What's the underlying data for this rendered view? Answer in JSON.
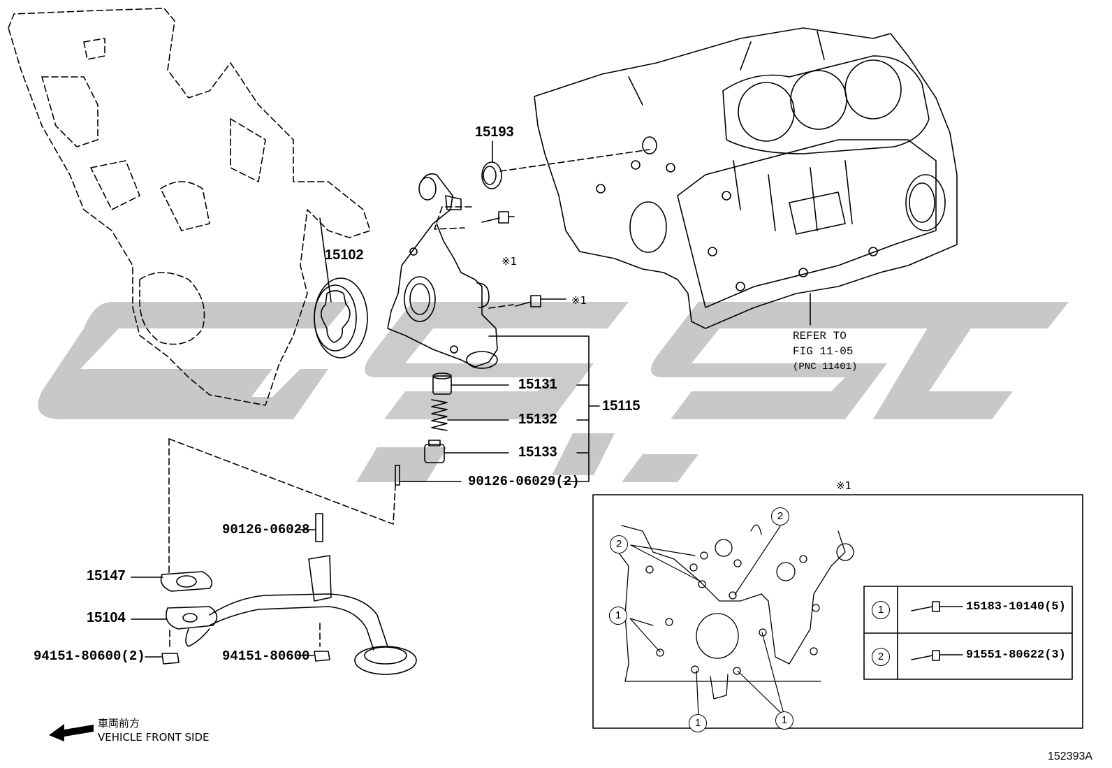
{
  "diagram": {
    "figure_code": "152393A",
    "front_side": {
      "jp": "車両前方",
      "en": "VEHICLE FRONT SIDE"
    },
    "refer": {
      "line1": "REFER TO",
      "line2": "FIG 11-05",
      "line3": "(PNC 11401)"
    },
    "watermark_color": "#c8c8c8",
    "parts": {
      "p15193": "15193",
      "p15102": "15102",
      "p15131": "15131",
      "p15132": "15132",
      "p15133": "15133",
      "p15115": "15115",
      "p90126_06029": "90126-06029(2)",
      "p90126_06028": "90126-06028",
      "p15147": "15147",
      "p15104": "15104",
      "p94151_80600_2": "94151-80600(2)",
      "p94151_80600": "94151-80600"
    },
    "note_marker": "※1",
    "detail": {
      "marker": "※1",
      "callout_1": "1",
      "callout_2": "2",
      "legend": [
        {
          "num": "1",
          "part": "15183-10140(5)"
        },
        {
          "num": "2",
          "part": "91551-80622(3)"
        }
      ]
    }
  }
}
